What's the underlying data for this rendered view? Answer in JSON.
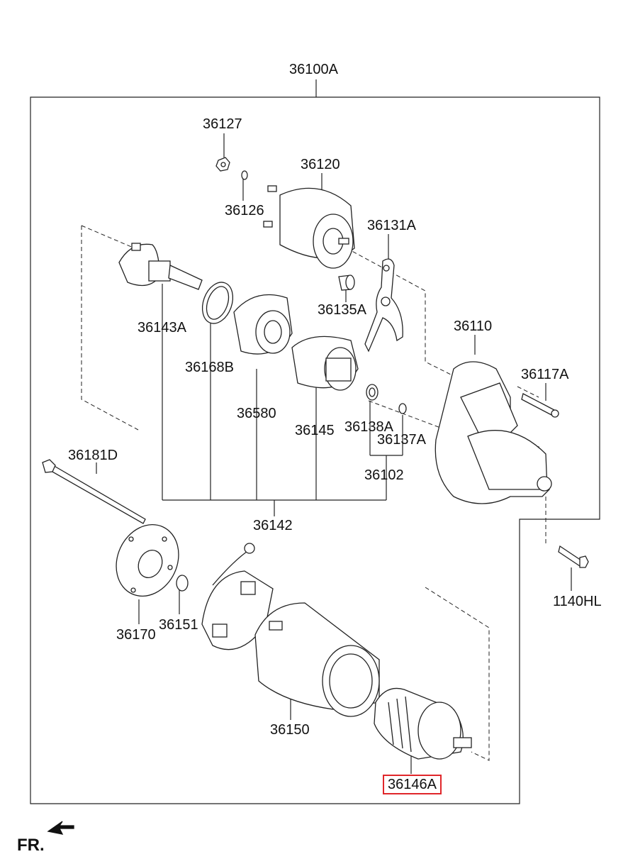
{
  "diagram": {
    "assembly_label": "36100A",
    "highlight_color": "#e0262a",
    "direction_label": "FR.",
    "parts": {
      "p36127": "36127",
      "p36120": "36120",
      "p36126": "36126",
      "p36131A": "36131A",
      "p36135A": "36135A",
      "p36143A": "36143A",
      "p36168B": "36168B",
      "p36580": "36580",
      "p36145": "36145",
      "p36110": "36110",
      "p36117A": "36117A",
      "p36138A": "36138A",
      "p36137A": "36137A",
      "p36102": "36102",
      "p36181D": "36181D",
      "p36142": "36142",
      "p1140HL": "1140HL",
      "p36170": "36170",
      "p36151": "36151",
      "p36150": "36150",
      "p36146A": "36146A"
    }
  }
}
